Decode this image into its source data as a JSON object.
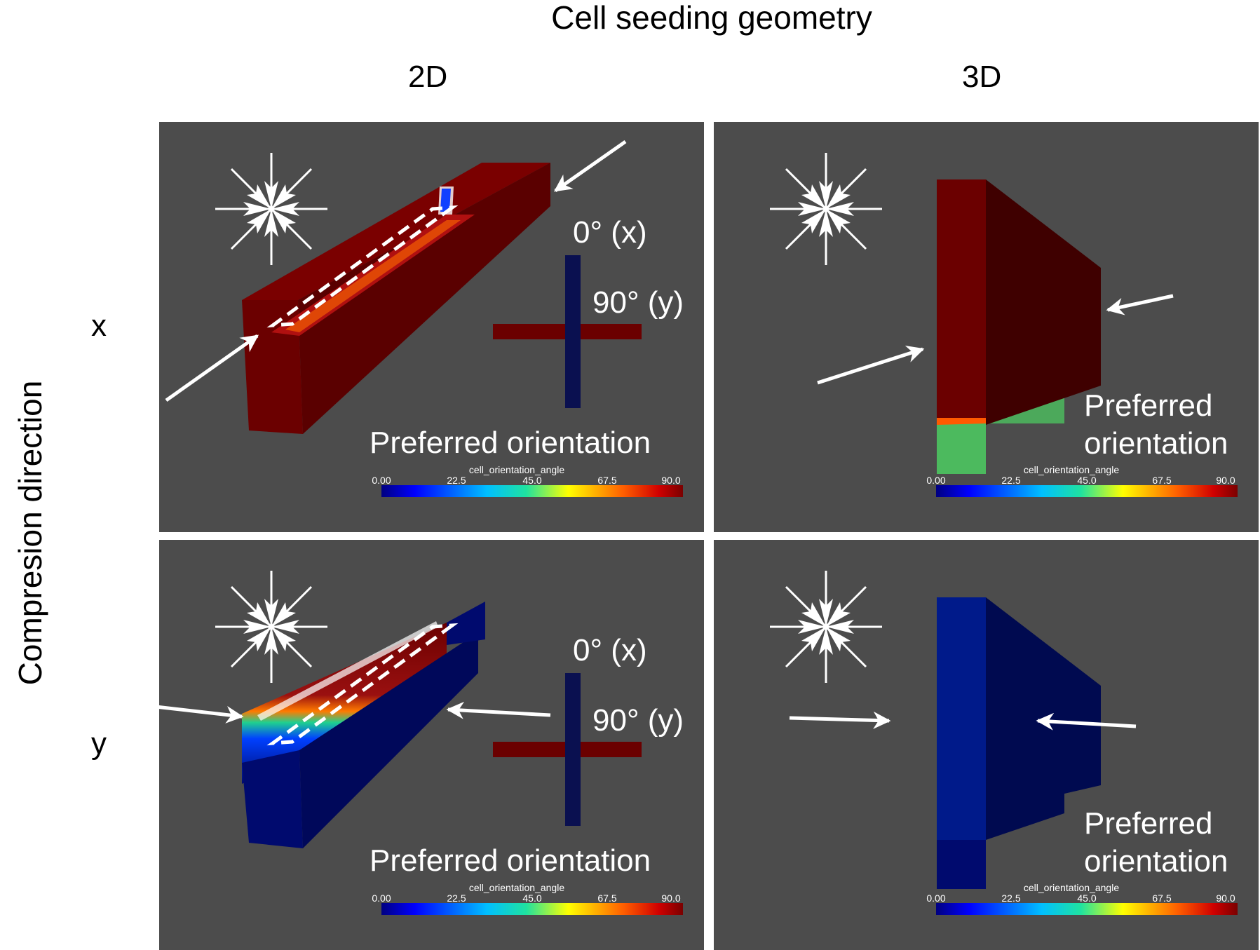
{
  "figure": {
    "top_title": "Cell seeding geometry",
    "side_title": "Compresion direction",
    "columns": [
      "2D",
      "3D"
    ],
    "rows": [
      "x",
      "y"
    ]
  },
  "panel_text": {
    "preferred_orientation": "Preferred orientation",
    "preferred_line1": "Preferred",
    "preferred_line2": "orientation",
    "deg0": "0° (x)",
    "deg90": "90° (y)"
  },
  "colorbar": {
    "title": "cell_orientation_angle",
    "ticks": [
      "0.00",
      "22.5",
      "45.0",
      "67.5",
      "90.0"
    ],
    "min": 0,
    "max": 90,
    "colormap": "jet",
    "colors": {
      "low": "#000080",
      "high": "#7a0000"
    }
  },
  "colors": {
    "panel_background": "#4c4c4c",
    "red_field": "#6b0000",
    "blue_field": "#000a6e",
    "green_field": "#4cba5e"
  },
  "icons": [
    "compass-star-icon",
    "compression-arrow-icon",
    "orientation-cross-icon"
  ]
}
